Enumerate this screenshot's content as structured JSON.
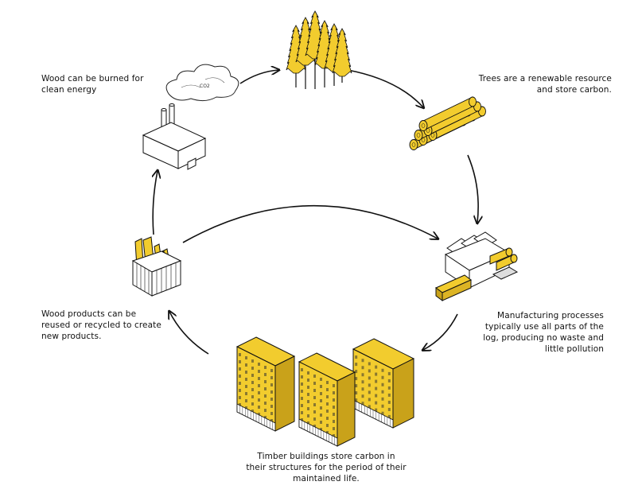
{
  "colors": {
    "accent": "#f2cc2e",
    "accent_dark": "#c9a21a",
    "stroke": "#111111"
  },
  "captions": {
    "burn": [
      "Wood can be burned for",
      "clean energy"
    ],
    "trees": [
      "Trees are a renewable resource",
      "and store carbon."
    ],
    "manufacturing": [
      "Manufacturing processes",
      "typically use all parts of the",
      "log, producing no waste and",
      "little pollution"
    ],
    "buildings": [
      "Timber buildings store carbon in",
      "their structures for the period of their",
      "maintained life."
    ],
    "recycle": [
      "Wood products can be",
      "reused or recycled to create",
      "new products."
    ]
  },
  "icons": {
    "cloud": "cloud-icon",
    "cloud_text": "CO2",
    "factory": "factory-icon",
    "trees": "tree-icon",
    "logs": "logs-icon",
    "sawmill": "sawmill-icon",
    "buildings": "timber-building-icon",
    "recycle_bin": "recycle-bin-icon"
  }
}
